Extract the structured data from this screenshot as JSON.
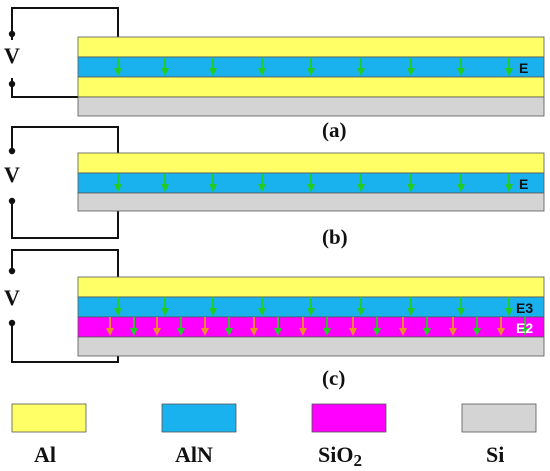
{
  "colors": {
    "al": "#ffff66",
    "aln": "#1ab2ee",
    "sio2": "#ff00ff",
    "si": "#d4d4d4",
    "arrow_green": "#22cc22",
    "arrow_orange": "#e8902a",
    "wire": "#111111"
  },
  "panels": [
    {
      "label": "(a)",
      "voltage": "V",
      "field_labels": [
        "E"
      ]
    },
    {
      "label": "(b)",
      "voltage": "V",
      "field_labels": [
        "E"
      ]
    },
    {
      "label": "(c)",
      "voltage": "V",
      "field_labels": [
        "E3",
        "E2"
      ]
    }
  ],
  "legend": [
    {
      "name": "Al",
      "color_key": "al"
    },
    {
      "name": "AlN",
      "color_key": "aln"
    },
    {
      "name": "SiO",
      "subscript": "2",
      "color_key": "sio2"
    },
    {
      "name": "Si",
      "color_key": "si"
    }
  ]
}
